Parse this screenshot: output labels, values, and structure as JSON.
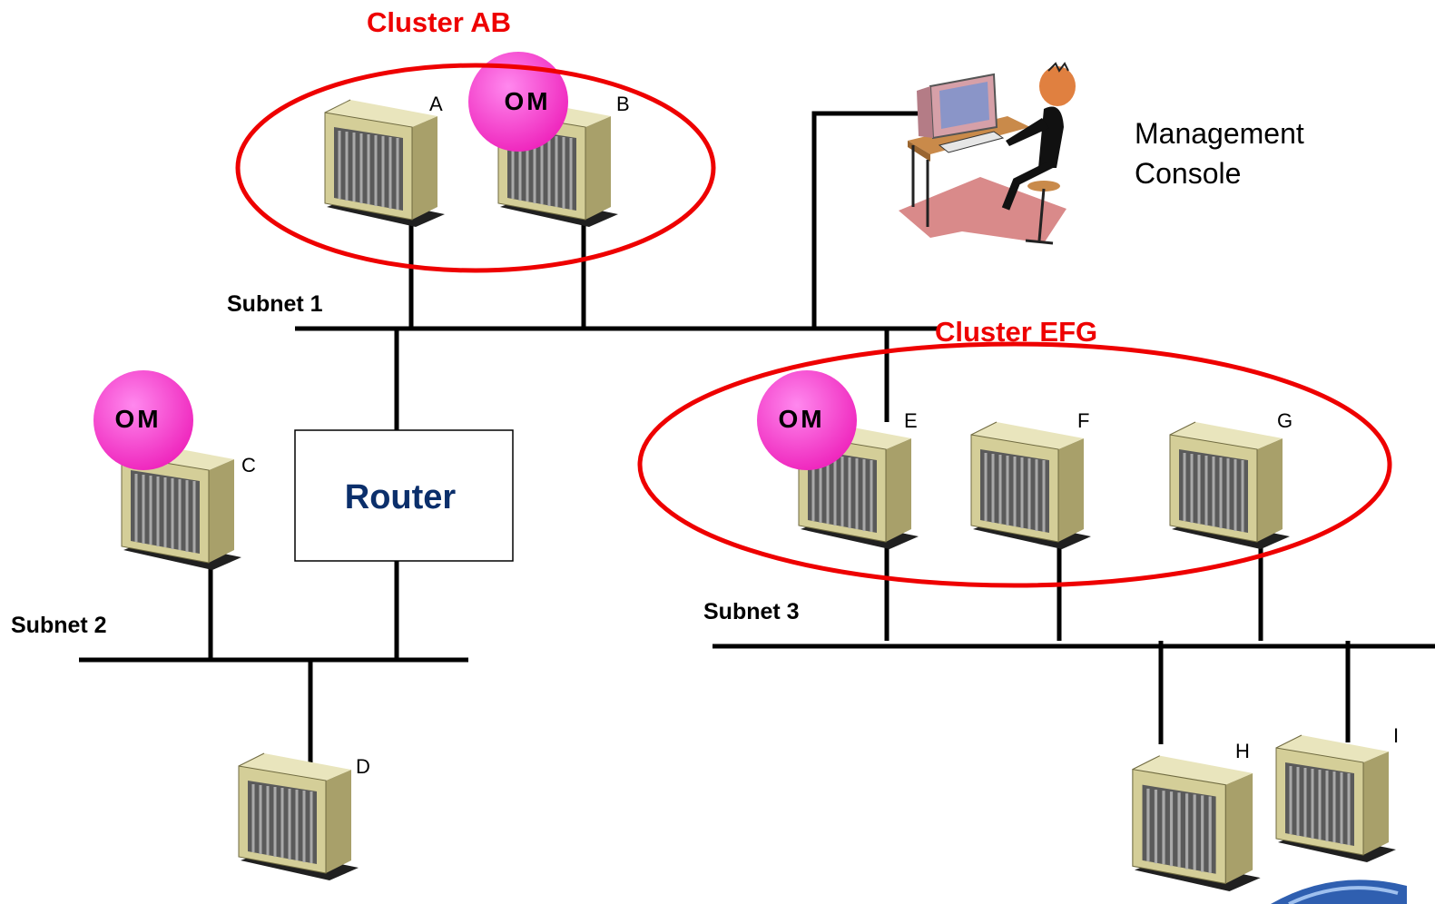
{
  "colors": {
    "cluster": "#ee0000",
    "om_agent": "#ff33cc",
    "router_text": "#0b2f6b",
    "server_body": "#d7d29c",
    "server_front": "#b9b27a",
    "network_line": "#000000"
  },
  "clusters": [
    {
      "id": "ab",
      "title": "Cluster AB"
    },
    {
      "id": "efg",
      "title": "Cluster EFG"
    }
  ],
  "subnets": [
    {
      "id": "1",
      "label": "Subnet 1"
    },
    {
      "id": "2",
      "label": "Subnet 2"
    },
    {
      "id": "3",
      "label": "Subnet 3"
    }
  ],
  "router": {
    "label": "Router"
  },
  "console": {
    "line1": "Management",
    "line2": "Console",
    "icon": "person-at-computer-icon"
  },
  "nodes": [
    {
      "id": "A",
      "label": "A",
      "icon": "server-icon",
      "om": false
    },
    {
      "id": "B",
      "label": "B",
      "icon": "server-icon",
      "om": true
    },
    {
      "id": "C",
      "label": "C",
      "icon": "server-icon",
      "om": true
    },
    {
      "id": "D",
      "label": "D",
      "icon": "server-icon",
      "om": false
    },
    {
      "id": "E",
      "label": "E",
      "icon": "server-icon",
      "om": true
    },
    {
      "id": "F",
      "label": "F",
      "icon": "server-icon",
      "om": false
    },
    {
      "id": "G",
      "label": "G",
      "icon": "server-icon",
      "om": false
    },
    {
      "id": "H",
      "label": "H",
      "icon": "server-icon",
      "om": false
    },
    {
      "id": "I",
      "label": "I",
      "icon": "server-icon",
      "om": false
    }
  ],
  "om_label": "OM"
}
